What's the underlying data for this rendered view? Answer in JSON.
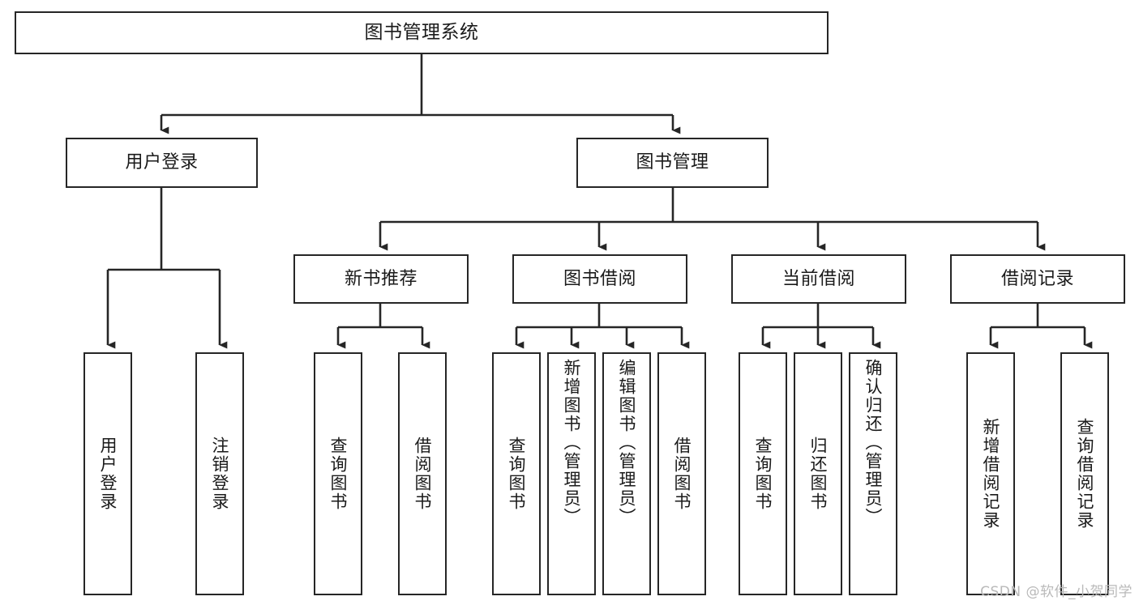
{
  "diagram": {
    "title": "图书管理系统",
    "root": {
      "label": "图书管理系统"
    },
    "level2": [
      {
        "label": "用户登录"
      },
      {
        "label": "图书管理"
      }
    ],
    "level3": [
      {
        "label": "新书推荐"
      },
      {
        "label": "图书借阅"
      },
      {
        "label": "当前借阅"
      },
      {
        "label": "借阅记录"
      }
    ],
    "leaves": {
      "user_login": [
        {
          "label": "用户登录"
        },
        {
          "label": "注销登录"
        }
      ],
      "new_book_recommend": [
        {
          "label": "查询图书"
        },
        {
          "label": "借阅图书"
        }
      ],
      "book_borrow": [
        {
          "label": "查询图书"
        },
        {
          "label": "新增图书（管理员）"
        },
        {
          "label": "编辑图书（管理员）"
        },
        {
          "label": "借阅图书"
        }
      ],
      "current_borrow": [
        {
          "label": "查询图书"
        },
        {
          "label": "归还图书"
        },
        {
          "label": "确认归还（管理员）"
        }
      ],
      "borrow_record": [
        {
          "label": "新增借阅记录"
        },
        {
          "label": "查询借阅记录"
        }
      ]
    }
  },
  "watermark": {
    "text": "CSDN @软件_小贺同学"
  },
  "colors": {
    "stroke": "#262626",
    "box_fill": "#ffffff",
    "text": "#1a1a1a",
    "watermark": "#b9b9b9",
    "background": "#ffffff"
  }
}
